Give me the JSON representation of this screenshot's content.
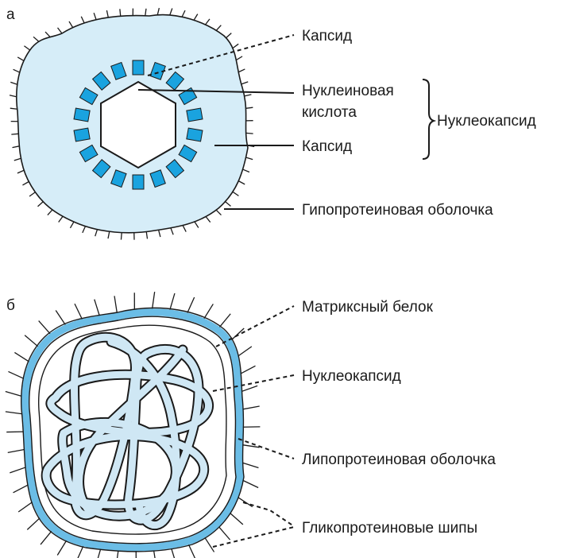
{
  "panel_a": {
    "letter": "а",
    "labels": {
      "capsid_top": "Капсид",
      "nucleic_acid_line1": "Нуклеиновая",
      "nucleic_acid_line2": "кислота",
      "capsid_inner": "Капсид",
      "nucleocapsid": "Нуклеокапсид",
      "envelope": "Гипопротеиновая оболочка"
    },
    "colors": {
      "envelope_fill": "#d6edf8",
      "capsomer_fill": "#1aa3df"
    }
  },
  "panel_b": {
    "letter": "б",
    "labels": {
      "matrix_protein": "Матриксный белок",
      "nucleocapsid": "Нуклеокапсид",
      "lipoprotein_envelope": "Липопротеиновая оболочка",
      "glycoprotein_spikes": "Гликопротеиновые шипы"
    },
    "colors": {
      "membrane_fill": "#6bbde6",
      "tube_fill": "#cfe7f4"
    }
  }
}
